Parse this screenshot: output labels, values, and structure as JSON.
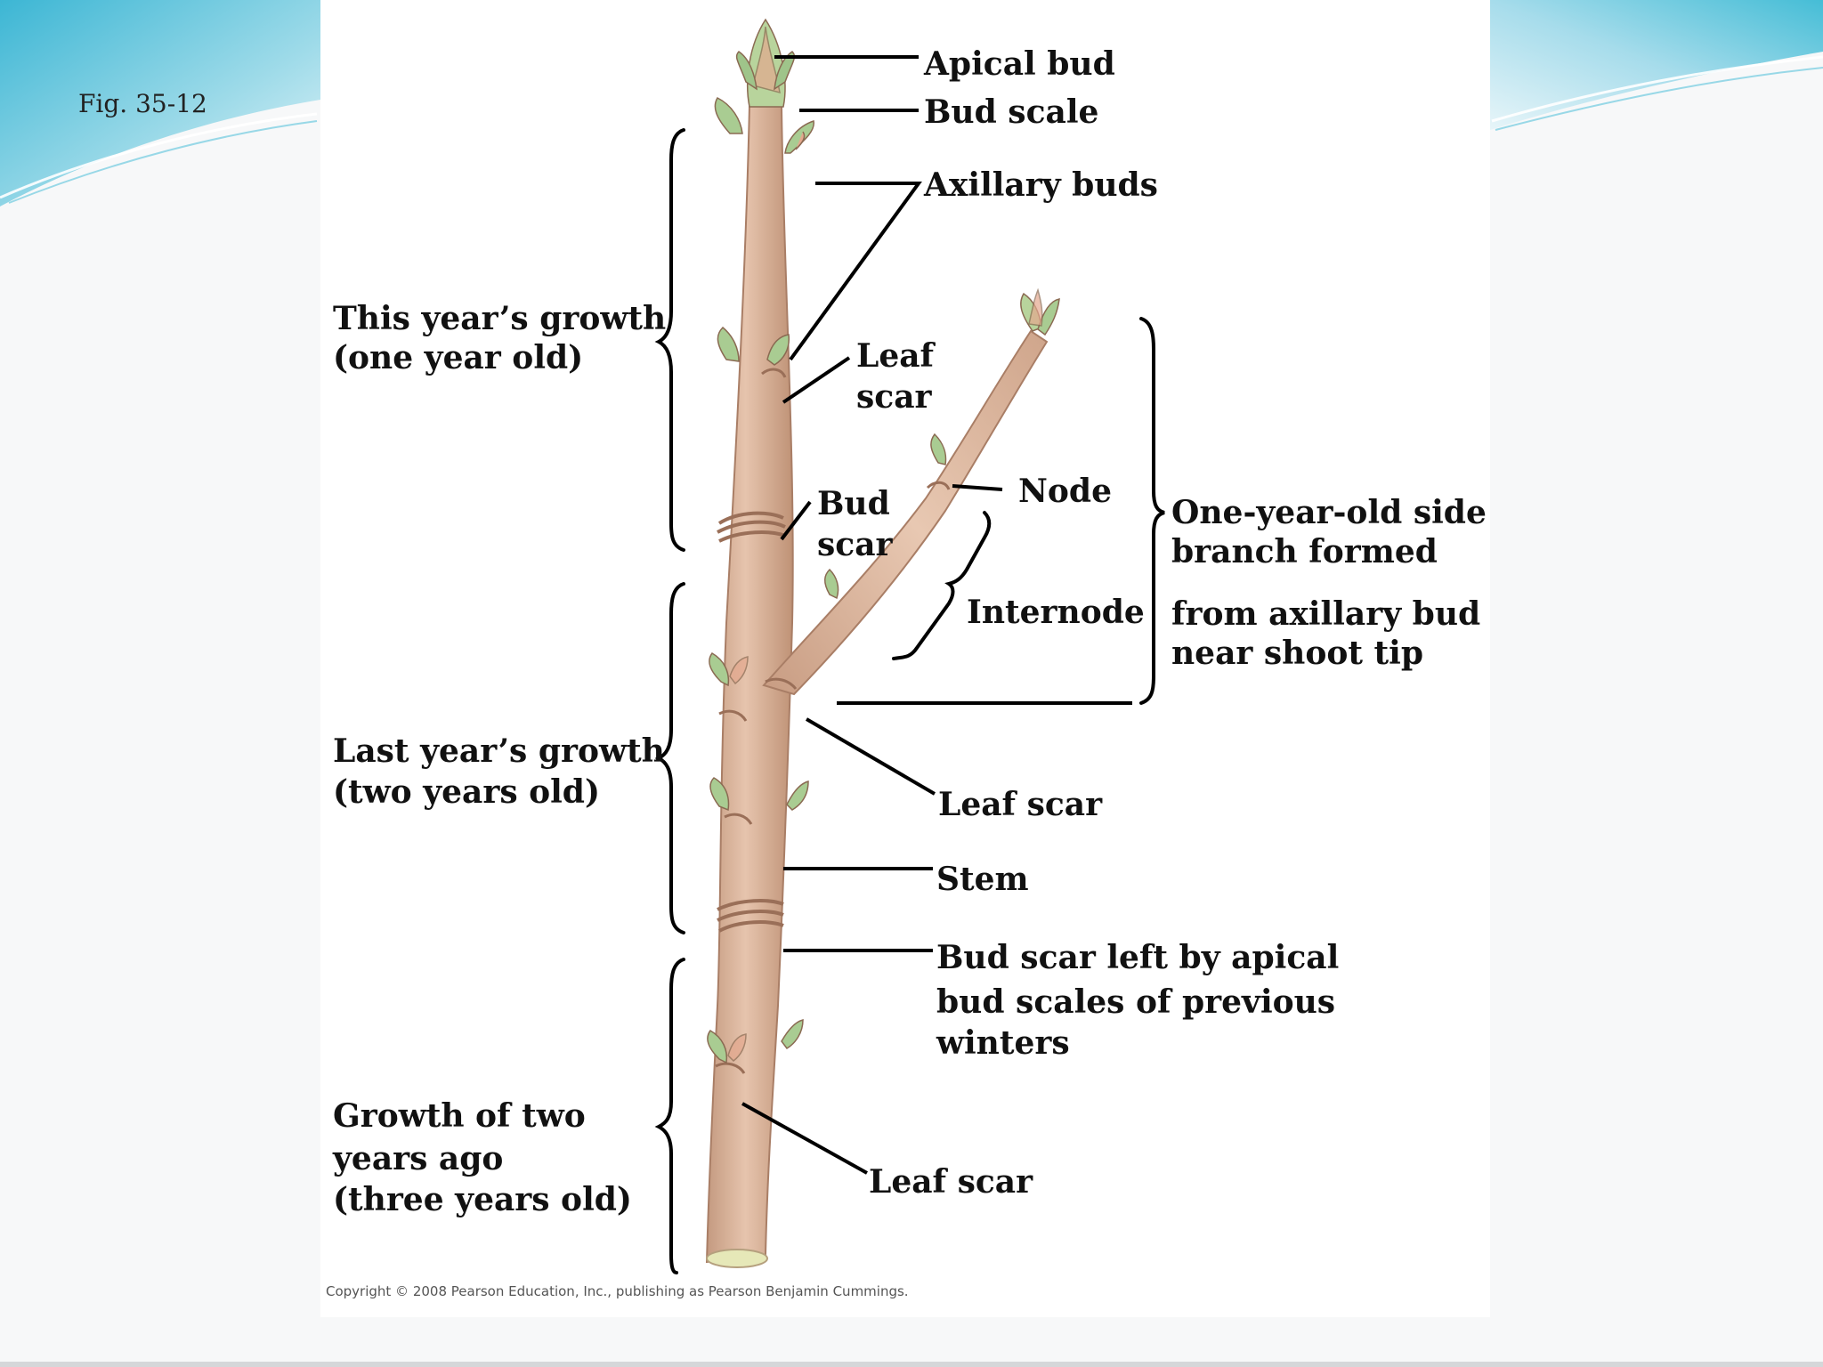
{
  "figure_number": "Fig. 35-12",
  "labels": {
    "apical_bud": "Apical bud",
    "bud_scale": "Bud scale",
    "axillary_buds": "Axillary buds",
    "leaf_scar_upper": [
      "Leaf",
      "scar"
    ],
    "bud_scar_upper": [
      "Bud",
      "scar"
    ],
    "node": "Node",
    "internode": "Internode",
    "side_branch": [
      "One-year-old side",
      "branch formed",
      "from axillary bud",
      "near shoot tip"
    ],
    "leaf_scar_middle": "Leaf scar",
    "stem": "Stem",
    "bud_scar_apical": [
      "Bud scar left by apical",
      "bud scales of previous",
      "winters"
    ],
    "leaf_scar_lower": "Leaf scar",
    "this_year": [
      "This year’s growth",
      "(one year old)"
    ],
    "last_year": [
      "Last year’s growth",
      "(two years old)"
    ],
    "two_years_ago": [
      "Growth of two",
      "years ago",
      "(three years old)"
    ]
  },
  "copyright": "Copyright © 2008 Pearson Education, Inc., publishing as Pearson Benjamin Cummings.",
  "colors": {
    "stem": "#dcb49a",
    "stem_shadow": "#b88a70",
    "bud_green": "#9fc48a",
    "bud_pink": "#e2a088",
    "deco_teal": "#4fc0d8"
  }
}
